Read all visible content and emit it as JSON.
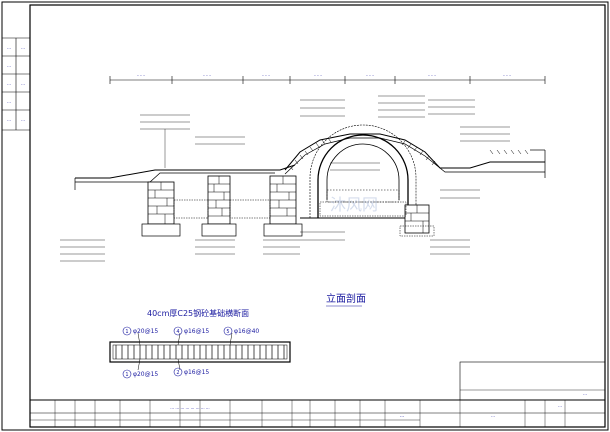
{
  "drawing": {
    "elevation_title": "立面剖面",
    "section_title": "40cm厚C25钢砼基础横断面",
    "rebar_marks": [
      {
        "id": "1",
        "spec": "φ20@15"
      },
      {
        "id": "4",
        "spec": "φ16@15"
      },
      {
        "id": "5",
        "spec": "φ16@40"
      },
      {
        "id": "1",
        "spec": "φ20@15"
      },
      {
        "id": "2",
        "spec": "φ16@15"
      }
    ],
    "watermark": "沐风网"
  },
  "colors": {
    "line": "#000000",
    "text": "#1a1aa0",
    "watermark": "#b9c6e0"
  }
}
